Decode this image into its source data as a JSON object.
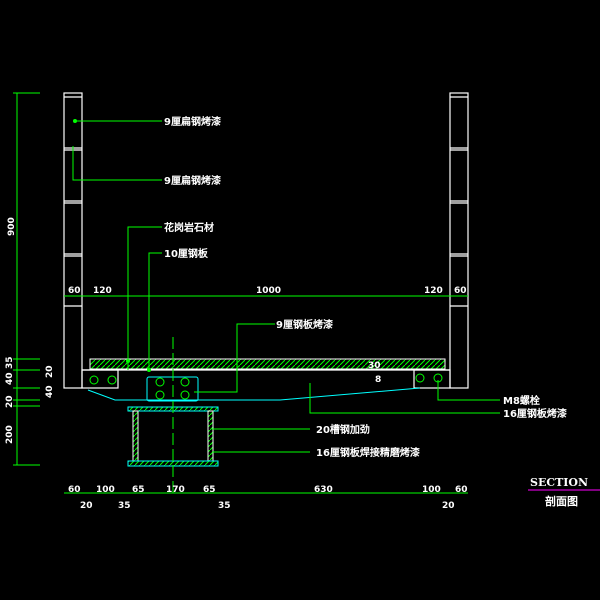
{
  "labels": {
    "flat_steel_1": "9厘扁钢烤漆",
    "flat_steel_2": "9厘扁钢烤漆",
    "granite": "花岗岩石材",
    "steel_plate_10": "10厘钢板",
    "steel_plate_9": "9厘钢板烤漆",
    "bolt": "M8螺栓",
    "steel_plate_16": "16厘钢板烤漆",
    "channel": "20槽钢加劲",
    "steel_plate_16_weld": "16厘钢板焊接精磨烤漆"
  },
  "dims": {
    "height": "900",
    "top": [
      "60",
      "120",
      "1000",
      "120",
      "60"
    ],
    "left_outer": [
      "35",
      "40",
      "20",
      "200"
    ],
    "left_inner": [
      "20",
      "40"
    ],
    "bottom_top": [
      "60",
      "100",
      "65",
      "170",
      "65",
      "630",
      "100",
      "60"
    ],
    "bottom_low": [
      "20",
      "35",
      "35",
      "20"
    ],
    "small_a": "30",
    "small_b": "8"
  },
  "title": {
    "en": "SECTION",
    "cn": "剖面图"
  },
  "colors": {
    "line": "#00ff00",
    "outline": "#ffffff",
    "cyan": "#00ffff",
    "title_rule": "#ff00ff"
  }
}
